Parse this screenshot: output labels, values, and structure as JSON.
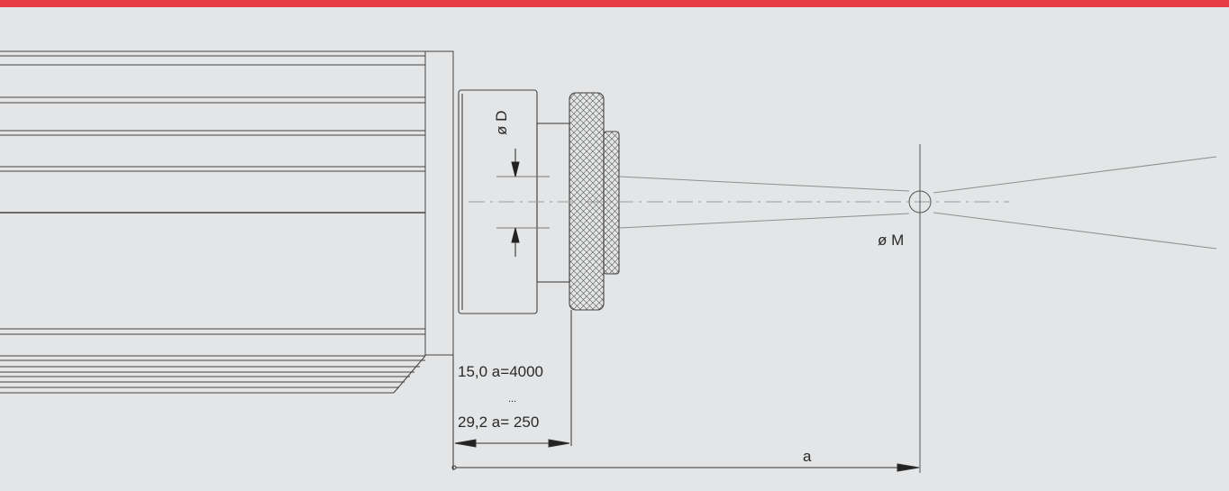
{
  "colors": {
    "accent": "#e53b45",
    "background": "#e4e5e6",
    "line": "#3a3a3a"
  },
  "labels": {
    "diameter_d": "ø D",
    "diameter_m": "ø M",
    "dim_top": "15,0 a=4000",
    "dim_dots": "...",
    "dim_bottom": "29,2 a= 250",
    "distance_a": "a"
  }
}
